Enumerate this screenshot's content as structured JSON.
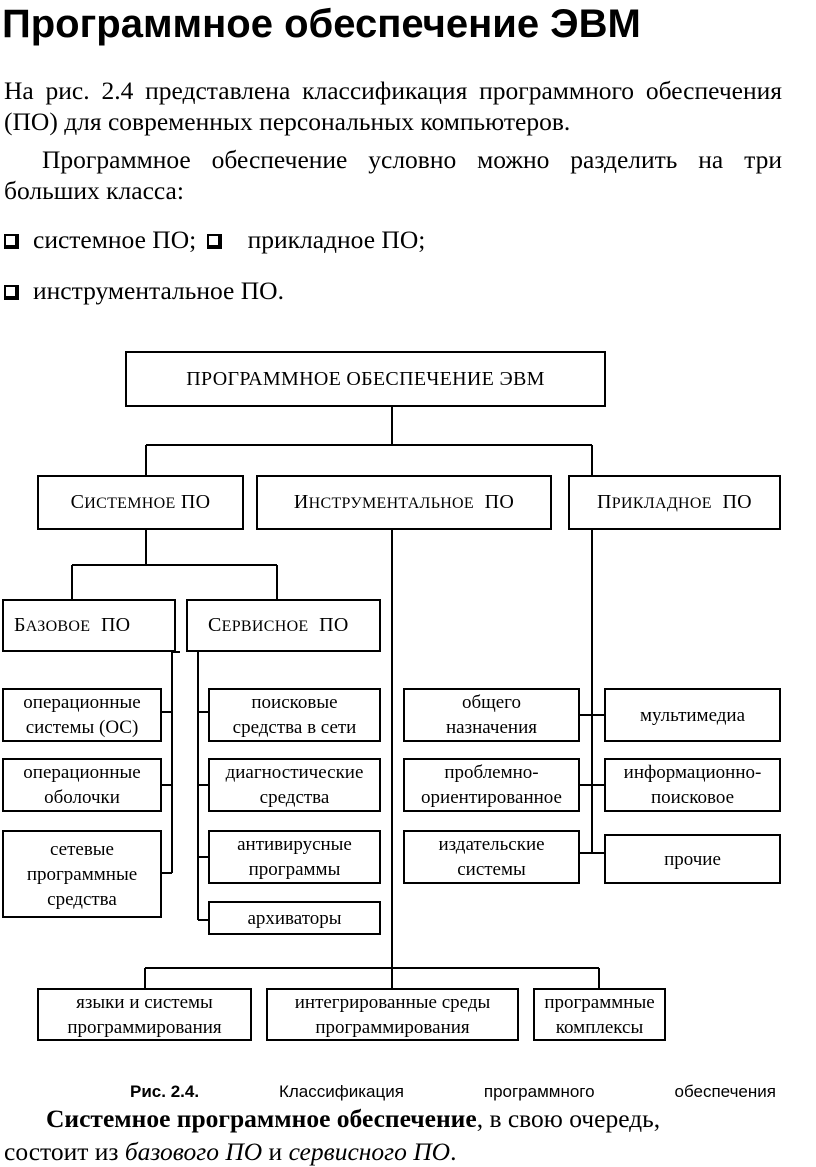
{
  "heading": "Программное обеспечение ЭВМ",
  "paragraph1": "На рис. 2.4 представлена классификация программного обеспечения (ПО) для современных персональных компьютеров.",
  "paragraph2": "Программное обеспечение условно можно разделить на три больших класса:",
  "bullets": {
    "item1": "системное ПО;",
    "item2": "прикладное ПО;",
    "item3": "инструментальное ПО."
  },
  "diagram": {
    "root": "ПРОГРАММНОЕ ОБЕСПЕЧЕНИЕ ЭВМ",
    "system": {
      "initial": "С",
      "rest": "ИСТЕМНОЕ",
      "po": "ПО"
    },
    "tools": {
      "initial": "И",
      "rest": "НСТРУМЕНТАЛЬНОЕ",
      "po": "ПО"
    },
    "applied": {
      "initial": "П",
      "rest": "РИКЛАДНОЕ",
      "po": "ПО"
    },
    "base": {
      "initial": "Б",
      "rest": "АЗОВОЕ",
      "po": "ПО"
    },
    "service": {
      "initial": "С",
      "rest": "ЕРВИСНОЕ",
      "po": "ПО"
    },
    "base_items": [
      [
        "операционные",
        "системы (ОС)"
      ],
      [
        "операционные",
        "оболочки"
      ],
      [
        "сетевые",
        "программные",
        "средства"
      ]
    ],
    "service_items": [
      [
        "поисковые",
        "средства в сети"
      ],
      [
        "диагностические",
        "средства"
      ],
      [
        "антивирусные",
        "программы"
      ],
      [
        "архиваторы"
      ]
    ],
    "tools_items": [
      [
        "языки и системы",
        "программирования"
      ],
      [
        "интегрированные среды",
        "программирования"
      ],
      [
        "программные",
        "комплексы"
      ]
    ],
    "applied_left_items": [
      [
        "общего",
        "назначения"
      ],
      [
        "проблемно-",
        "ориентированное"
      ],
      [
        "издательские",
        "системы"
      ]
    ],
    "applied_right_items": [
      [
        "мультимедиа"
      ],
      [
        "информационно-",
        "поисковое"
      ],
      [
        "прочие"
      ]
    ]
  },
  "caption": {
    "label": "Рис. 2.4.",
    "words": [
      "Классификация",
      "программного",
      "обеспечения"
    ]
  },
  "closing": {
    "bold": "Системное программное обеспечение",
    "after_bold": ", в свою очередь,",
    "line2_start": "состоит из ",
    "italic1": "базового ПО",
    "middle": " и ",
    "italic2": "сервисного ПО",
    "end": "."
  }
}
